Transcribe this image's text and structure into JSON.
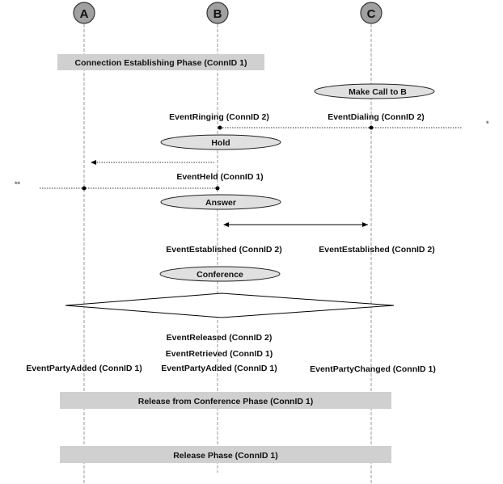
{
  "parties": [
    "A",
    "B",
    "C"
  ],
  "phases": {
    "connection": "Connection Establishing Phase (ConnID 1)",
    "release_conference": "Release from Conference Phase (ConnID 1)",
    "release": "Release Phase (ConnID 1)"
  },
  "actions": {
    "make_call": "Make Call to B",
    "hold": "Hold",
    "answer": "Answer",
    "conference": "Conference"
  },
  "events": {
    "ringing_b": "EventRinging (ConnID 2)",
    "dialing_c": "EventDialing (ConnID 2)",
    "held_b": "EventHeld (ConnID 1)",
    "established_b": "EventEstablished (ConnID 2)",
    "established_c": "EventEstablished (ConnID 2)",
    "released_b": "EventReleased (ConnID 2)",
    "retrieved_b": "EventRetrieved (ConnID 1)",
    "party_added_a": "EventPartyAdded (ConnID 1)",
    "party_added_b": "EventPartyAdded (ConnID 1)",
    "party_changed_c": "EventPartyChanged (ConnID 1)"
  },
  "notes": {
    "single": "*",
    "double": "**"
  },
  "colors": {
    "box": "#d0d0d0",
    "ellipse": "#e0e0e0",
    "circle": "#a0a0a0"
  }
}
